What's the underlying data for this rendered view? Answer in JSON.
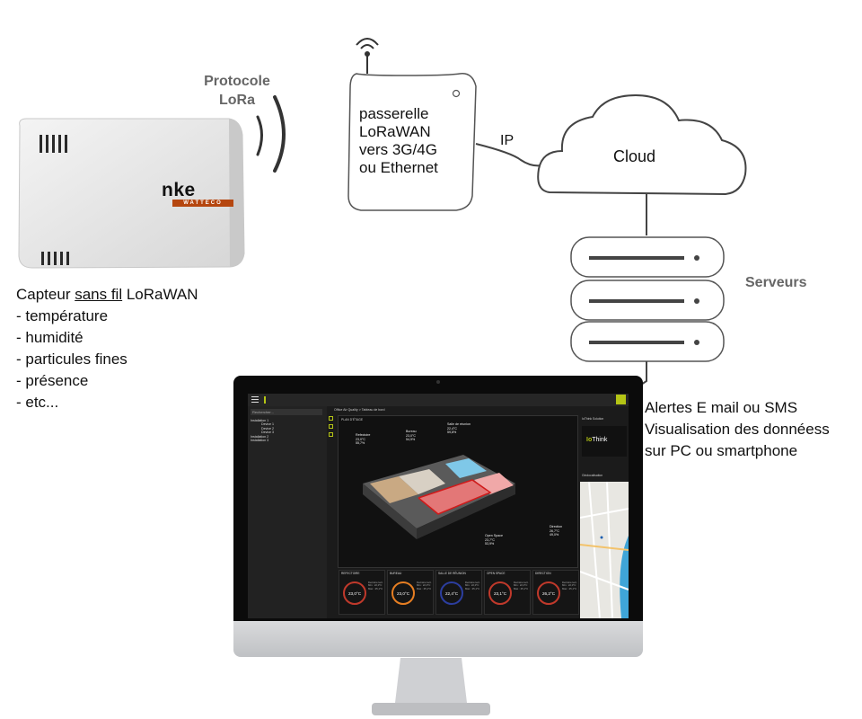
{
  "sensor": {
    "protocol_label": [
      "Protocole",
      "LoRa"
    ],
    "brand": "nke",
    "brand_sub": "WATTECO",
    "title_prefix": "Capteur ",
    "title_underlined": "sans fil",
    "title_suffix": " LoRaWAN",
    "features": [
      "- température",
      "- humidité",
      "- particules fines",
      "- présence",
      "- etc..."
    ]
  },
  "gateway": {
    "lines": [
      "passerelle",
      "LoRaWAN",
      "vers 3G/4G",
      "ou Ethernet"
    ],
    "link_label": "IP"
  },
  "cloud": {
    "label": "Cloud"
  },
  "servers": {
    "label": "Serveurs"
  },
  "alerts": {
    "lines": [
      "Alertes E mail ou SMS",
      "Visualisation des donnéess",
      "sur PC ou  smartphone"
    ]
  },
  "dashboard": {
    "search_placeholder": "Rechercher...",
    "tree": [
      {
        "label": "Installation 1",
        "child": false
      },
      {
        "label": "Device 1",
        "child": true
      },
      {
        "label": "Device 2",
        "child": true
      },
      {
        "label": "Device 3",
        "child": true
      },
      {
        "label": "Installation 2",
        "child": false
      },
      {
        "label": "Installation 3",
        "child": false
      }
    ],
    "breadcrumb": "Office Air Quality > Tableau de bord",
    "plan_title": "PLAN D'ÉTAGE",
    "rooms": [
      {
        "name": "Refectoire",
        "t": "23,0°C",
        "h": "55,7%"
      },
      {
        "name": "Bureau",
        "t": "23,0°C",
        "h": "54,9%"
      },
      {
        "name": "Salle de réunion",
        "t": "22,4°C",
        "h": "59,8%"
      },
      {
        "name": "Open Space",
        "t": "23,7°C",
        "h": "53,9%"
      },
      {
        "name": "Direction",
        "t": "26,7°C",
        "h": "49,0%"
      }
    ],
    "gauges": [
      {
        "title": "REFECTOIRE",
        "value": "23,0°C",
        "ring": "#c0392b"
      },
      {
        "title": "BUREAU",
        "value": "23,0°C",
        "ring": "#e67e22"
      },
      {
        "title": "SALLE DE RÉUNION",
        "value": "22,4°C",
        "ring": "#2c3e9f"
      },
      {
        "title": "OPEN SPACE",
        "value": "23,1°C",
        "ring": "#c0392b"
      },
      {
        "title": "DIRECTION",
        "value": "26,2°C",
        "ring": "#c0392b"
      }
    ],
    "gauge_small": [
      "Dernière lect.",
      "Min : 22,0°C",
      "Max : 25,1°C"
    ],
    "logo_panel_title": "IoThink Solution",
    "logo_text_a": "Io",
    "logo_text_b": "Think",
    "geo_title": "Géolocalisation"
  }
}
